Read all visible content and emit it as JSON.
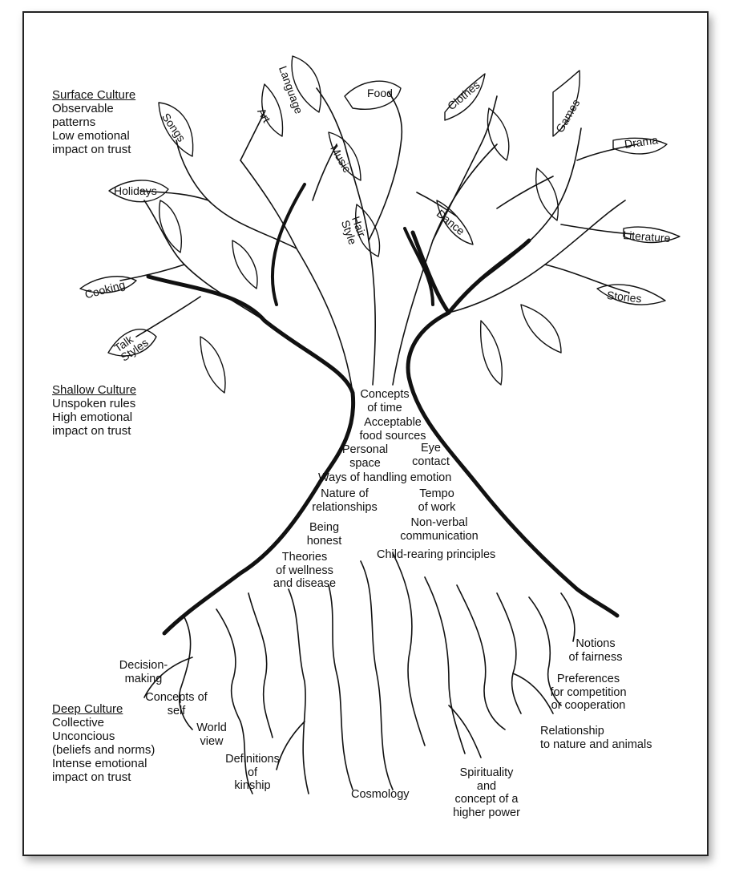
{
  "levels": {
    "surface": {
      "title": "Surface Culture",
      "lines": [
        "Observable",
        "patterns",
        "Low emotional",
        "impact on trust"
      ]
    },
    "shallow": {
      "title": "Shallow Culture",
      "lines": [
        "Unspoken rules",
        "High emotional",
        "impact on trust"
      ]
    },
    "deep": {
      "title": "Deep Culture",
      "lines": [
        "Collective",
        "Unconcious",
        "(beliefs and norms)",
        "Intense emotional",
        "impact on trust"
      ]
    }
  },
  "leaves": [
    "Language",
    "Food",
    "Clothes",
    "Songs",
    "Art",
    "Music",
    "Games",
    "Drama",
    "Holidays",
    "Hair Style",
    "Dance",
    "Literature",
    "Cooking",
    "Stories",
    "Talk Styles"
  ],
  "trunk": [
    [
      "Concepts",
      "of time"
    ],
    [
      "Acceptable",
      "food sources"
    ],
    [
      "Personal",
      "space"
    ],
    [
      "Eye",
      "contact"
    ],
    [
      "Ways of handling emotion"
    ],
    [
      "Nature of",
      "relationships"
    ],
    [
      "Tempo",
      "of work"
    ],
    [
      "Being",
      "honest"
    ],
    [
      "Non-verbal",
      "communication"
    ],
    [
      "Theories",
      "of wellness",
      "and disease"
    ],
    [
      "Child-rearing principles"
    ]
  ],
  "roots": [
    [
      "Decision-",
      "making"
    ],
    [
      "Concepts of",
      "self"
    ],
    [
      "World",
      "view"
    ],
    [
      "Definitions",
      "of",
      "kinship"
    ],
    [
      "Cosmology"
    ],
    [
      "Spirituality",
      "and",
      "concept of a",
      "higher power"
    ],
    [
      "Notions",
      "of fairness"
    ],
    [
      "Preferences",
      "for competition",
      "or cooperation"
    ],
    [
      "Relationship",
      "to nature and animals"
    ]
  ]
}
